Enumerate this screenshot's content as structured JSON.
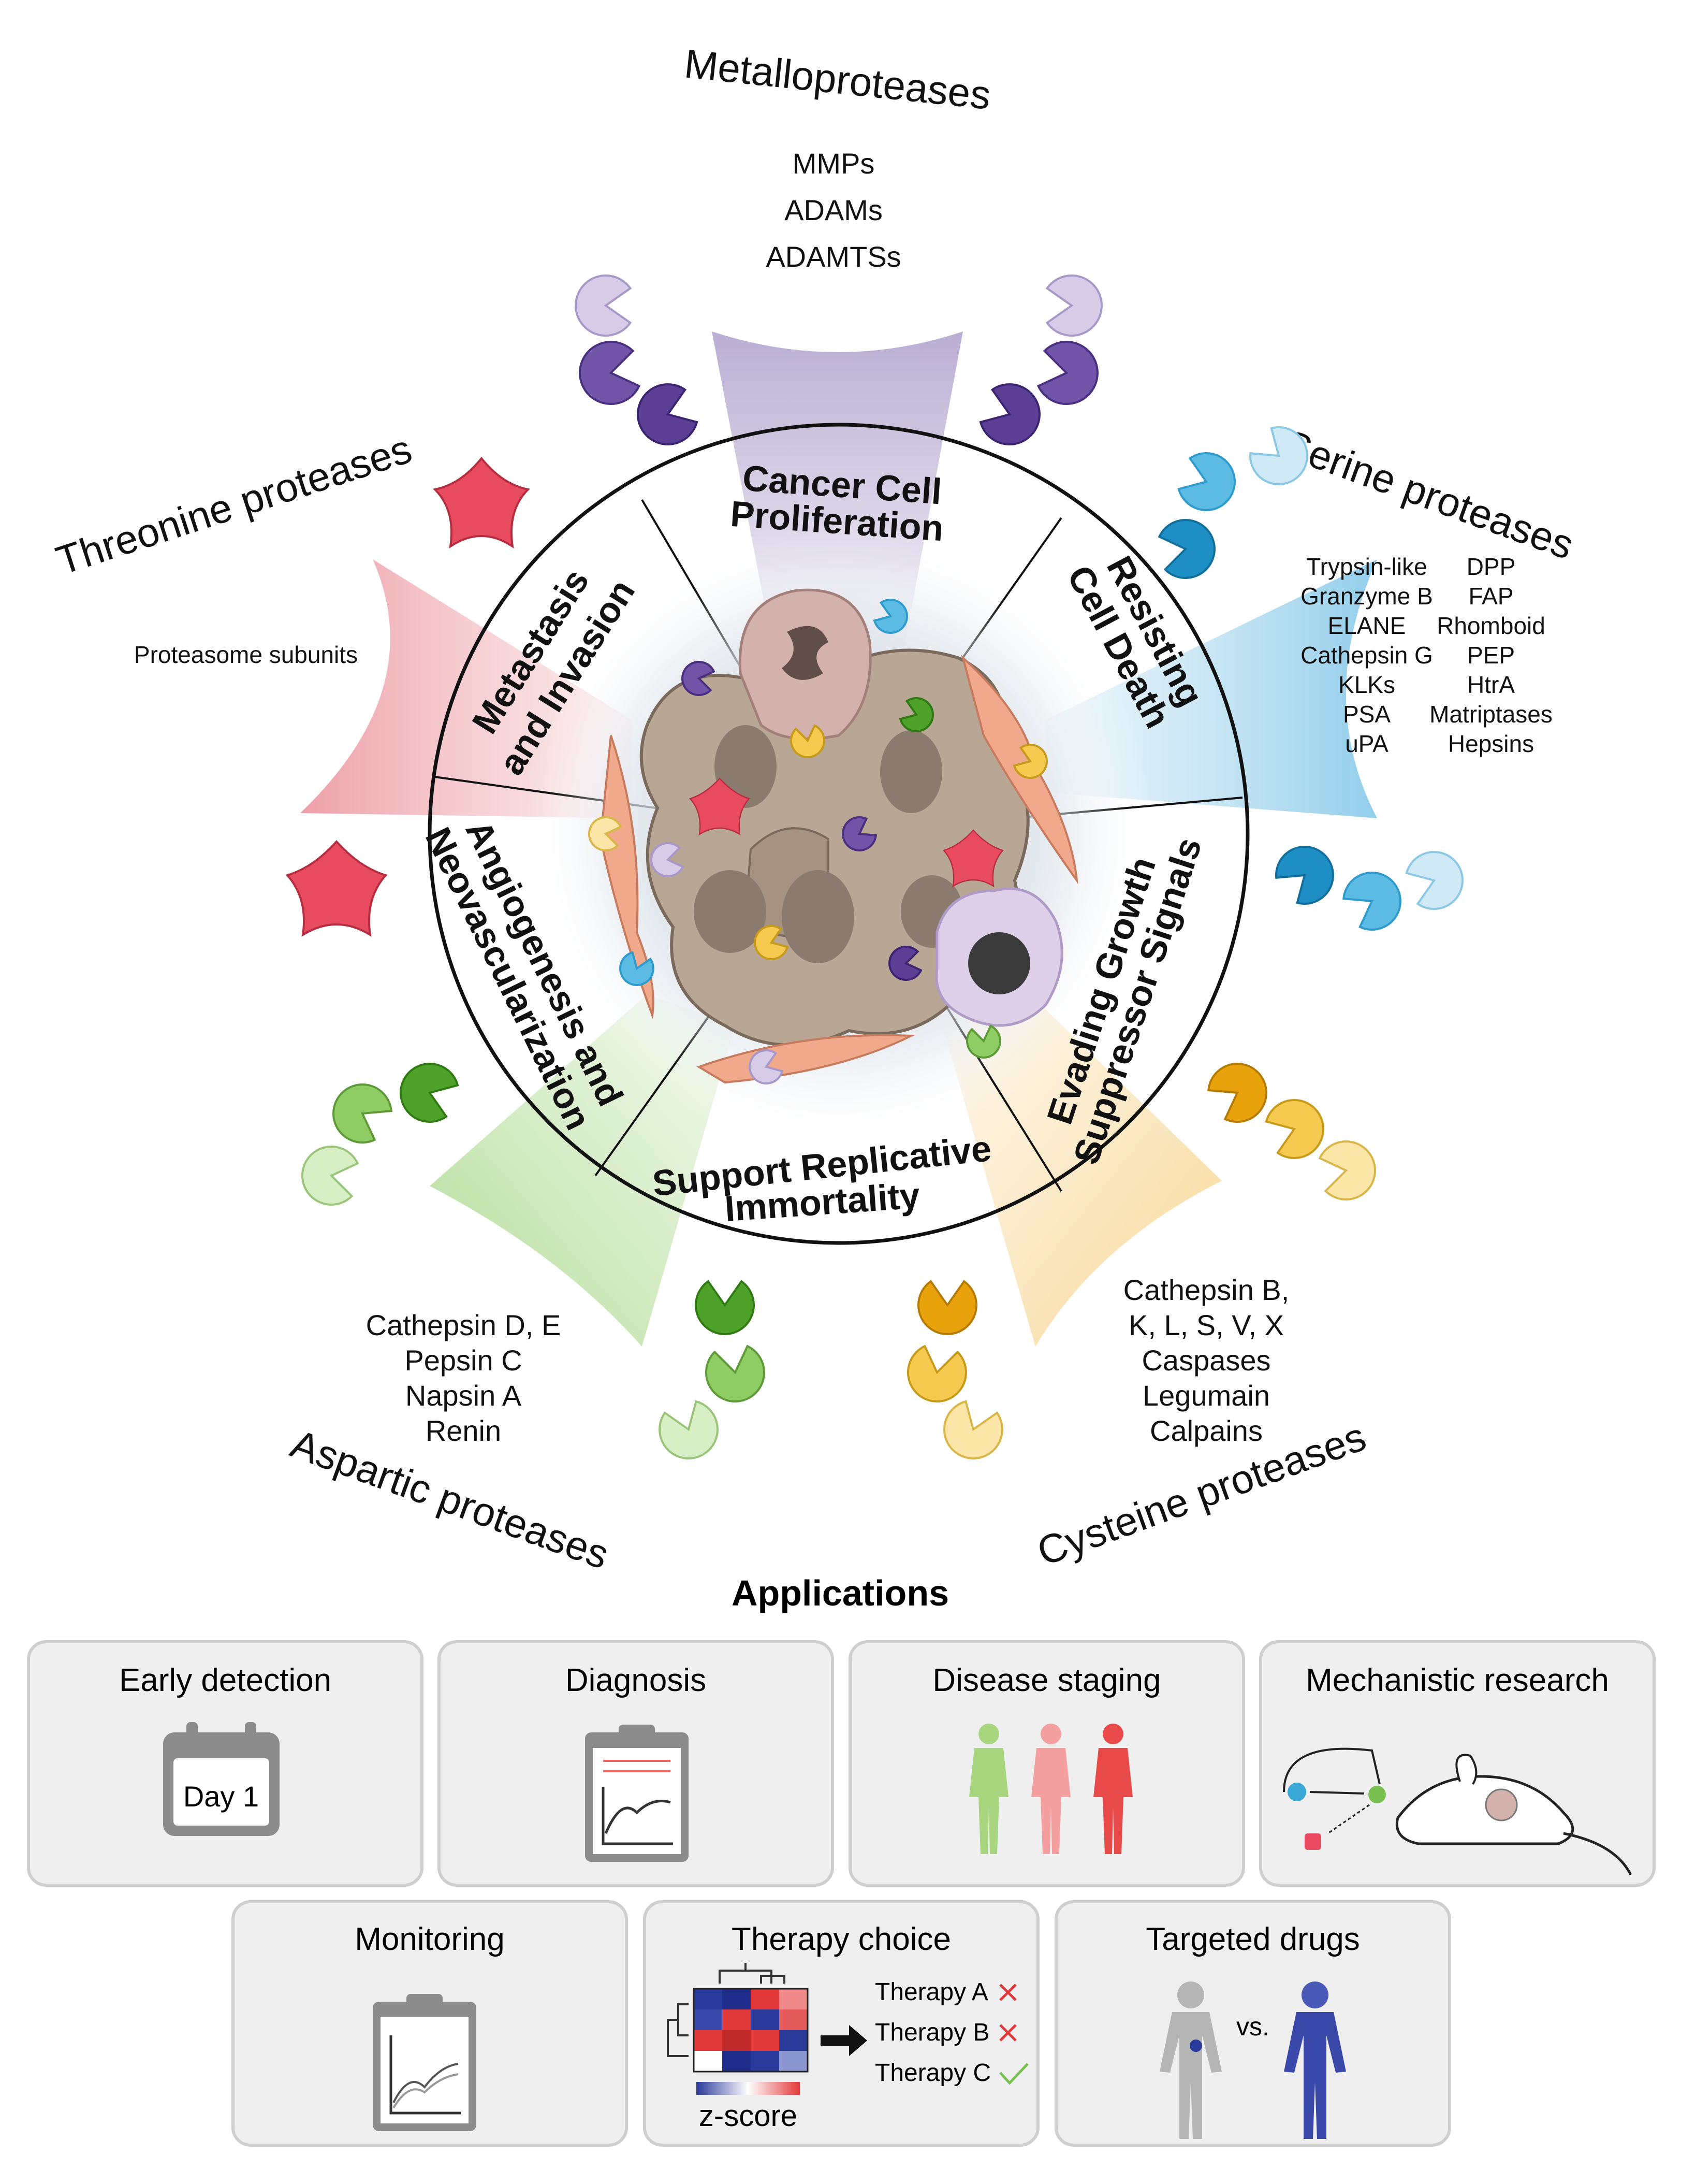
{
  "sectors": [
    {
      "id": "proliferation",
      "line1": "Cancer Cell",
      "line2": "Proliferation"
    },
    {
      "id": "resisting",
      "line1": "Resisting",
      "line2": "Cell Death"
    },
    {
      "id": "evading",
      "line1": "Evading Growth",
      "line2": "Suppressor Signals"
    },
    {
      "id": "replicative",
      "line1": "Support Replicative",
      "line2": "Immortality"
    },
    {
      "id": "angiogenesis",
      "line1": "Angiogenesis and",
      "line2": "Neovascularization"
    },
    {
      "id": "metastasis",
      "line1": "Metastasis",
      "line2": "and Invasion"
    }
  ],
  "families": {
    "metallo": {
      "title": "Metalloproteases",
      "members": [
        "MMPs",
        "ADAMs",
        "ADAMTSs"
      ],
      "color": "#8b72b8"
    },
    "serine": {
      "title": "Serine proteases",
      "members_left": [
        "Trypsin-like",
        "Granzyme B",
        "ELANE",
        "Cathepsin G",
        "KLKs",
        "PSA",
        "uPA"
      ],
      "members_right": [
        "DPP",
        "FAP",
        "Rhomboid",
        "PEP",
        "HtrA",
        "Matriptases",
        "Hepsins"
      ],
      "color": "#3aa9d8"
    },
    "cysteine": {
      "title": "Cysteine proteases",
      "members": [
        "Cathepsin B,",
        "K, L, S, V, X",
        "Caspases",
        "Legumain",
        "Calpains"
      ],
      "color": "#f2b430"
    },
    "aspartic": {
      "title": "Aspartic proteases",
      "members": [
        "Cathepsin D, E",
        "Pepsin C",
        "Napsin A",
        "Renin"
      ],
      "color": "#78c050"
    },
    "threonine": {
      "title": "Threonine proteases",
      "members": [
        "Proteasome subunits"
      ],
      "color": "#e84a5f"
    }
  },
  "applications": {
    "title": "Applications",
    "items": [
      {
        "id": "early-detection",
        "label": "Early detection",
        "calendar_text": "Day 1"
      },
      {
        "id": "diagnosis",
        "label": "Diagnosis"
      },
      {
        "id": "disease-staging",
        "label": "Disease staging"
      },
      {
        "id": "mechanistic-research",
        "label": "Mechanistic research"
      },
      {
        "id": "monitoring",
        "label": "Monitoring"
      },
      {
        "id": "therapy-choice",
        "label": "Therapy choice",
        "therapies": [
          "Therapy A",
          "Therapy B",
          "Therapy C"
        ],
        "zscore_label": "z-score"
      },
      {
        "id": "targeted-drugs",
        "label": "Targeted drugs",
        "vs_label": "vs."
      }
    ]
  }
}
